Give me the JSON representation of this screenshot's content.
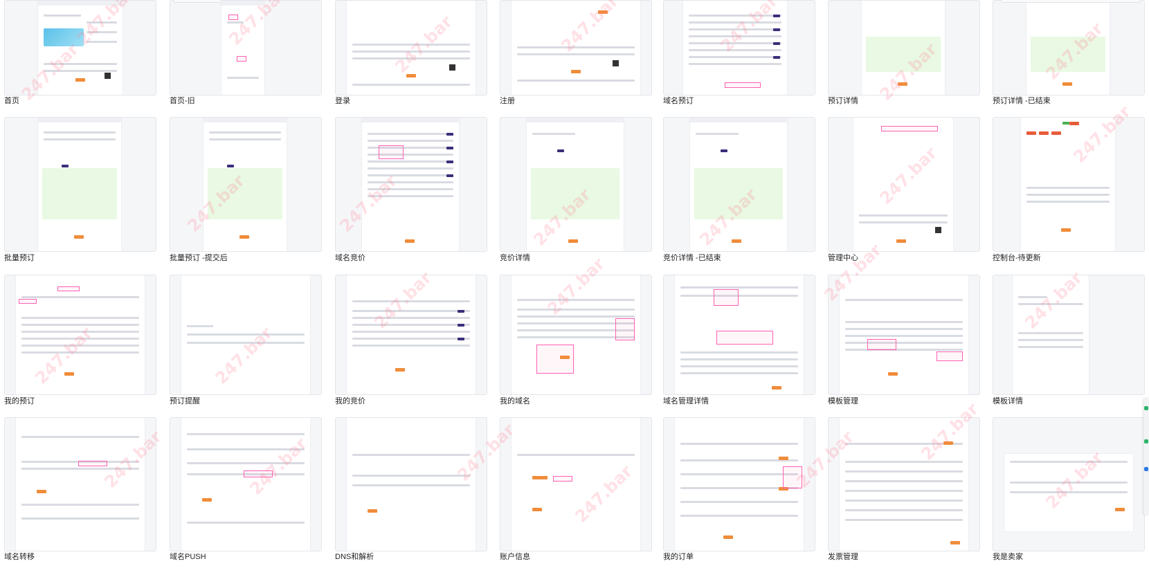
{
  "tiles": [
    {
      "label": "首页"
    },
    {
      "label": "首页-旧"
    },
    {
      "label": "登录"
    },
    {
      "label": "注册"
    },
    {
      "label": "域名预订"
    },
    {
      "label": "预订详情"
    },
    {
      "label": "预订详情 -已结束"
    },
    {
      "label": "批量预订"
    },
    {
      "label": "批量预订 -提交后"
    },
    {
      "label": "域名竞价"
    },
    {
      "label": "竞价详情"
    },
    {
      "label": "竞价详情 -已结束"
    },
    {
      "label": "管理中心"
    },
    {
      "label": "控制台-待更新"
    },
    {
      "label": "我的预订"
    },
    {
      "label": "预订提醒"
    },
    {
      "label": "我的竞价"
    },
    {
      "label": "我的域名"
    },
    {
      "label": "域名管理详情"
    },
    {
      "label": "模板管理"
    },
    {
      "label": "模板详情"
    },
    {
      "label": "域名转移"
    },
    {
      "label": "域名PUSH"
    },
    {
      "label": "DNS和解析"
    },
    {
      "label": "账户信息"
    },
    {
      "label": "我的订单"
    },
    {
      "label": "发票管理"
    },
    {
      "label": "我是卖家"
    }
  ],
  "watermark_text": "247.bar",
  "colors": {
    "accent_purple": "#3a2e7a",
    "accent_orange": "#f08c3a",
    "annotation_pink": "#ff5fb0",
    "highlight_green": "#e9f9e3"
  }
}
